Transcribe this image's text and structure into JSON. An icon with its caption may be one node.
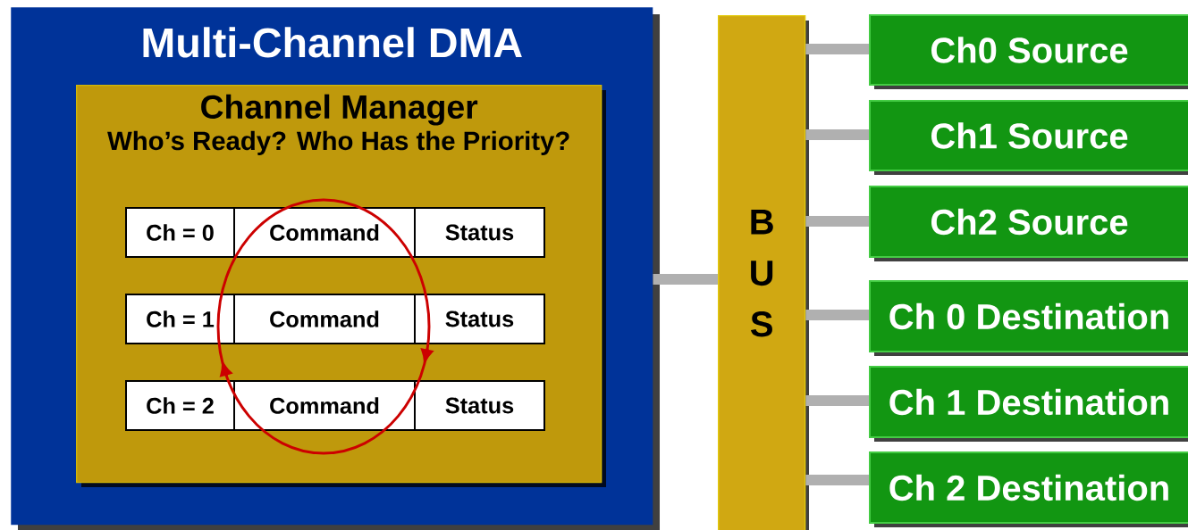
{
  "diagram": {
    "nodes": [
      {
        "text": [
          "Multi-Channel DMA"
        ]
      },
      {
        "text": [
          "Channel Manager",
          "Who’s Ready? Who Has the Priority?"
        ],
        "in": 0
      },
      {
        "text": [
          "Ch = 0"
        ],
        "in": 1
      },
      {
        "text": [
          "Command"
        ],
        "in": 1
      },
      {
        "text": [
          "Status"
        ],
        "in": 1
      },
      {
        "text": [
          "Ch = 1"
        ],
        "in": 1
      },
      {
        "text": [
          "Command"
        ],
        "in": 1
      },
      {
        "text": [
          "Status"
        ],
        "in": 1
      },
      {
        "text": [
          "Ch = 2"
        ],
        "in": 1
      },
      {
        "text": [
          "Command"
        ],
        "in": 1
      },
      {
        "text": [
          "Status"
        ],
        "in": 1
      },
      {
        "text": [
          "B U S"
        ]
      },
      {
        "text": [
          "Ch0 Source"
        ]
      },
      {
        "text": [
          "Ch1 Source"
        ]
      },
      {
        "text": [
          "Ch2 Source"
        ]
      },
      {
        "text": [
          "Ch 0 Destination"
        ]
      },
      {
        "text": [
          "Ch 1 Destination"
        ]
      },
      {
        "text": [
          "Ch 2 Destination"
        ]
      }
    ],
    "edges": [
      {
        "from": 0,
        "to": 11,
        "arrow": "none"
      },
      {
        "from": 11,
        "to": 12,
        "arrow": "none"
      },
      {
        "from": 11,
        "to": 13,
        "arrow": "none"
      },
      {
        "from": 11,
        "to": 14,
        "arrow": "none"
      },
      {
        "from": 11,
        "to": 15,
        "arrow": "none"
      },
      {
        "from": 11,
        "to": 16,
        "arrow": "none"
      },
      {
        "from": 11,
        "to": 17,
        "arrow": "none"
      }
    ]
  }
}
